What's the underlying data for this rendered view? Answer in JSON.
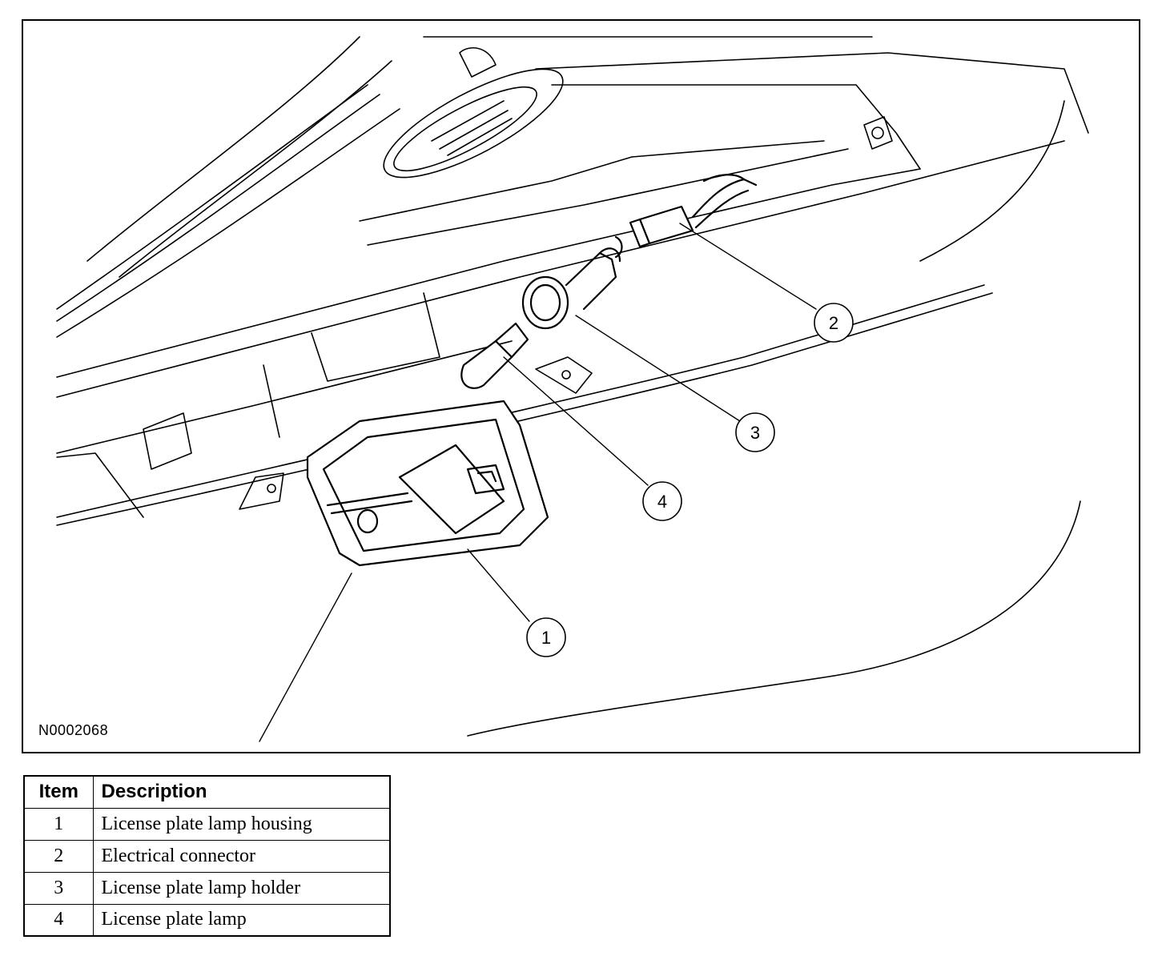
{
  "figure": {
    "id_label": "N0002068",
    "callouts": [
      "1",
      "2",
      "3",
      "4"
    ]
  },
  "legend": {
    "headers": {
      "item": "Item",
      "description": "Description"
    },
    "rows": [
      {
        "item": "1",
        "description": "License plate lamp housing"
      },
      {
        "item": "2",
        "description": "Electrical connector"
      },
      {
        "item": "3",
        "description": "License plate lamp holder"
      },
      {
        "item": "4",
        "description": "License plate lamp"
      }
    ]
  }
}
